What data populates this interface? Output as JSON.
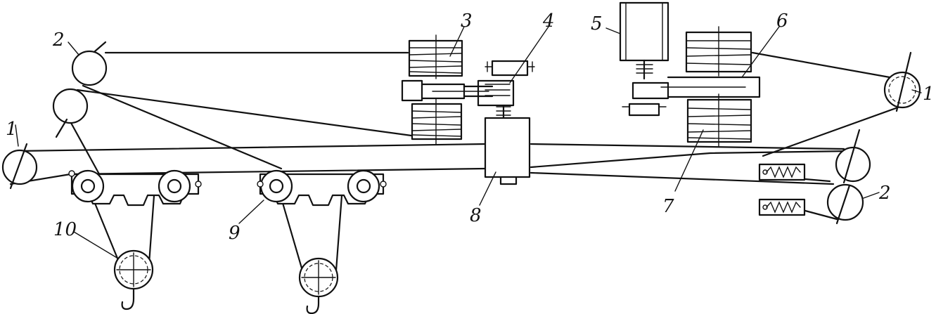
{
  "labels": {
    "l1_left": "1",
    "l2_left": "2",
    "l3": "3",
    "l4": "4",
    "l5": "5",
    "l6": "6",
    "l1_right": "1",
    "l2_right": "2",
    "l7": "7",
    "l8": "8",
    "l9": "9",
    "l10": "10"
  }
}
